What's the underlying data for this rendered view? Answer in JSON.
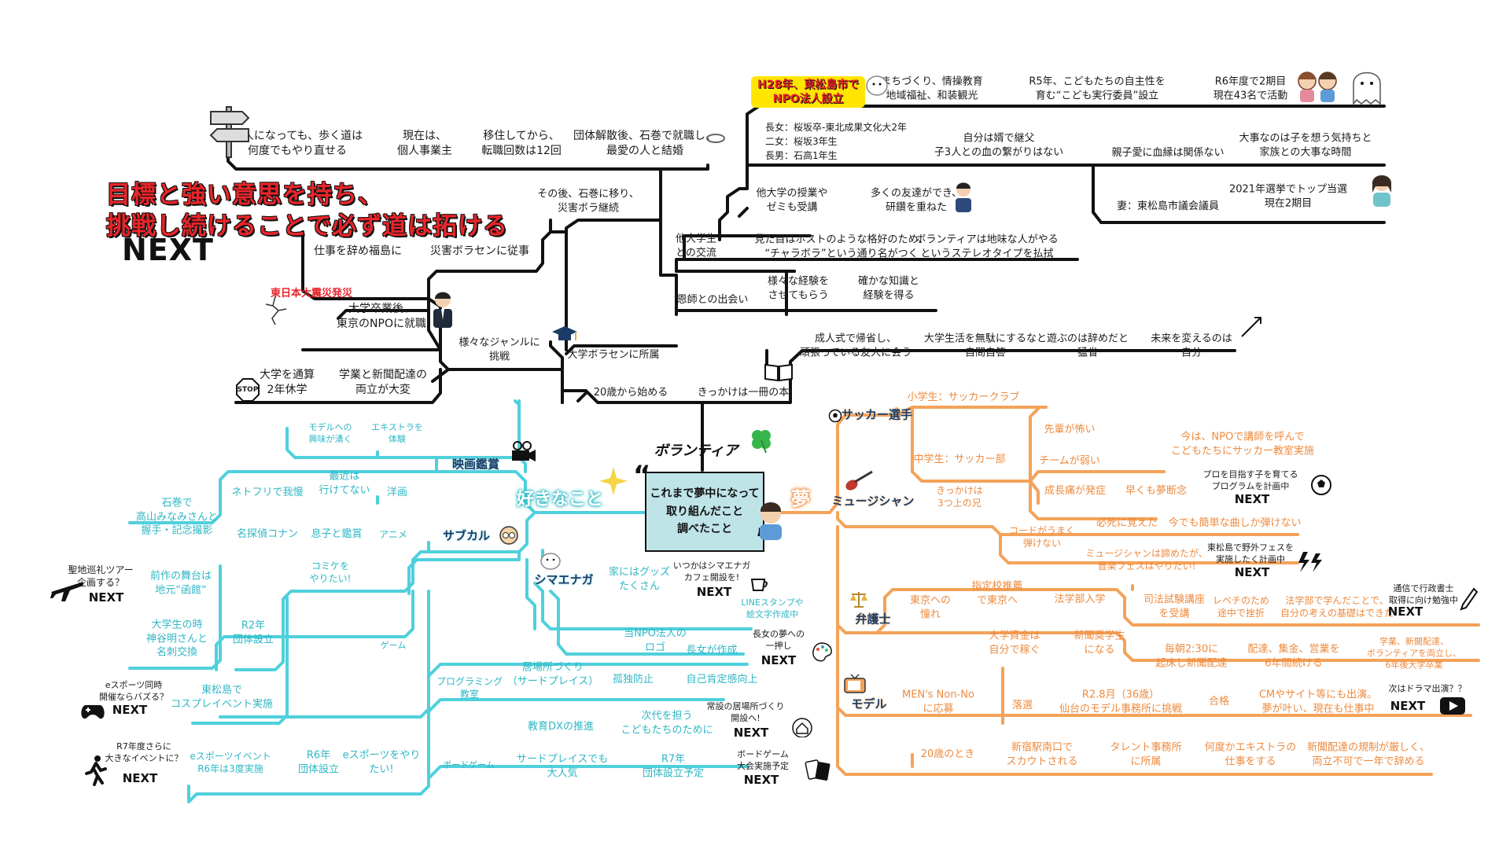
{
  "title": {
    "line1": "目標と強い意思を持ち、",
    "line2": "挑戦し続けることで必ず道は拓ける",
    "next": "NEXT"
  },
  "center": {
    "line1": "これまで夢中になって",
    "line2": "取り組んだこと",
    "line3": "調べたこと"
  },
  "categories": {
    "volunteer": "ボランティア",
    "likes": "好きなこと",
    "dream": "夢"
  },
  "subcategories": {
    "movie": "映画鑑賞",
    "subcul": "サブカル",
    "shimaenaga": "シマエナガ",
    "soccer": "サッカー選手",
    "musician": "ミュージシャン",
    "lawyer": "弁護士",
    "model": "モデル"
  },
  "labels": {
    "stop": "STOP",
    "disaster": "東日本大震災発災",
    "npo_badge_1": "H28年、東松島市で",
    "npo_badge_2": "NPO法人設立"
  },
  "volunteer_nodes": [
    {
      "id": "v1",
      "text": "大人になっても、歩く道は\n何度でもやり直せる"
    },
    {
      "id": "v2",
      "text": "現在は、\n個人事業主"
    },
    {
      "id": "v3",
      "text": "移住してから、\n転職回数は12回"
    },
    {
      "id": "v4",
      "text": "団体解散後、石巻で就職し、\n最愛の人と結婚"
    },
    {
      "id": "v5",
      "text": "その後、石巻に移り、\n災害ボラ継続"
    },
    {
      "id": "v6",
      "text": "仕事を辞め福島に"
    },
    {
      "id": "v7",
      "text": "災害ボラセンに従事"
    },
    {
      "id": "v8",
      "text": "大学卒業後、\n東京のNPOに就職"
    },
    {
      "id": "v9",
      "text": "様々なジャンルに\n挑戦"
    },
    {
      "id": "v10",
      "text": "大学ボラセンに所属"
    },
    {
      "id": "v11",
      "text": "大学を通算\n2年休学"
    },
    {
      "id": "v12",
      "text": "学業と新聞配達の\n両立が大変"
    },
    {
      "id": "v13",
      "text": "20歳から始める"
    },
    {
      "id": "v14",
      "text": "きっかけは一冊の本"
    },
    {
      "id": "v15",
      "text": "他大学生\nとの交流"
    },
    {
      "id": "v16",
      "text": "恩師との出会い"
    },
    {
      "id": "v17",
      "text": "様々な経験を\nさせてもらう"
    },
    {
      "id": "v18",
      "text": "確かな知識と\n経験を得る"
    },
    {
      "id": "v19",
      "text": "見た目はホストのような格好のため、\n“チャラボラ”という通り名がつく"
    },
    {
      "id": "v20",
      "text": "ボランティアは地味な人がやる\nというステレオタイプを払拭"
    },
    {
      "id": "v21",
      "text": "他大学の授業や\nゼミも受講"
    },
    {
      "id": "v22",
      "text": "多くの友達ができ、\n研鑽を重ねた"
    },
    {
      "id": "v23",
      "text": "成人式で帰省し、\n頑張っている友人に会う"
    },
    {
      "id": "v24",
      "text": "大学生活を無駄にするなと\n自問自答"
    },
    {
      "id": "v25",
      "text": "遊ぶのは辞めだと\n猛省"
    },
    {
      "id": "v26",
      "text": "未来を変えるのは\n自分"
    },
    {
      "id": "v27",
      "text": "まちづくり、情操教育\n地域福祉、和装観光"
    },
    {
      "id": "v28",
      "text": "R5年、こどもたちの自主性を\n育む“こども実行委員”設立"
    },
    {
      "id": "v29",
      "text": "R6年度で2期目\n現在43名で活動"
    },
    {
      "id": "v30",
      "text": "長女：桜坂卒-東北成果文化大2年\n二女：桜坂3年生\n長男：石高1年生"
    },
    {
      "id": "v31",
      "text": "自分は婿で継父\n子3人との血の繋がりはない"
    },
    {
      "id": "v32",
      "text": "親子愛に血縁は関係ない"
    },
    {
      "id": "v33",
      "text": "大事なのは子を想う気持ちと\n家族との大事な時間"
    },
    {
      "id": "v34",
      "text": "妻：東松島市議会議員"
    },
    {
      "id": "v35",
      "text": "2021年選挙でトップ当選\n現在2期目"
    }
  ],
  "likes_nodes": [
    {
      "id": "l1",
      "text": "モデルへの\n興味が湧く"
    },
    {
      "id": "l2",
      "text": "エキストラを\n体験"
    },
    {
      "id": "l3",
      "text": "最近は\n行けてない"
    },
    {
      "id": "l4",
      "text": "ネトフリで我慢"
    },
    {
      "id": "l5",
      "text": "洋画"
    },
    {
      "id": "l6",
      "text": "石巻で\n高山みなみさんと\n握手・記念撮影"
    },
    {
      "id": "l7",
      "text": "名探偵コナン"
    },
    {
      "id": "l8",
      "text": "息子と鑑賞"
    },
    {
      "id": "l9",
      "text": "アニメ"
    },
    {
      "id": "l10",
      "text": "前作の舞台は\n地元“函館“"
    },
    {
      "id": "l11",
      "text": "コミケを\nやりたい!"
    },
    {
      "id": "l12",
      "text": "大学生の時\n神谷明さんと\n名刺交換"
    },
    {
      "id": "l13",
      "text": "R2年\n団体設立"
    },
    {
      "id": "l14",
      "text": "ゲーム"
    },
    {
      "id": "l15",
      "text": "東松島で\nコスプレイベント実施"
    },
    {
      "id": "l16",
      "text": "プログラミング\n教室"
    },
    {
      "id": "l17",
      "text": "居場所づくり\n（サードプレイス）"
    },
    {
      "id": "l18",
      "text": "孤独防止"
    },
    {
      "id": "l19",
      "text": "自己肯定感向上"
    },
    {
      "id": "l20",
      "text": "教育DXの推進"
    },
    {
      "id": "l21",
      "text": "次代を担う\nこどもたちのために"
    },
    {
      "id": "l22",
      "text": "eスポーツイベント\nR6年は3度実施"
    },
    {
      "id": "l23",
      "text": "R6年\n団体設立"
    },
    {
      "id": "l24",
      "text": "eスポーツをやり\nたい!"
    },
    {
      "id": "l25",
      "text": "ボードゲーム"
    },
    {
      "id": "l26",
      "text": "サードプレイスでも\n大人気"
    },
    {
      "id": "l27",
      "text": "R7年\n団体設立予定"
    },
    {
      "id": "l28",
      "text": "家にはグッズ\nたくさん"
    },
    {
      "id": "l29",
      "text": "当NPO法人の\nロゴ"
    },
    {
      "id": "l30",
      "text": "長女が作成"
    },
    {
      "id": "l31",
      "text": "LINEスタンプや\n絵文字作成中"
    }
  ],
  "dream_nodes": [
    {
      "id": "d1",
      "text": "小学生：サッカークラブ"
    },
    {
      "id": "d2",
      "text": "中学生：サッカー部"
    },
    {
      "id": "d3",
      "text": "先輩が怖い"
    },
    {
      "id": "d4",
      "text": "チームが弱い"
    },
    {
      "id": "d5",
      "text": "成長痛が発症"
    },
    {
      "id": "d6",
      "text": "早くも夢断念"
    },
    {
      "id": "d7",
      "text": "今は、NPOで講師を呼んで\nこどもたちにサッカー教室実施"
    },
    {
      "id": "d8",
      "text": "きっかけは\n3つ上の兄"
    },
    {
      "id": "d9",
      "text": "コードがうまく\n弾けない"
    },
    {
      "id": "d10",
      "text": "必死に覚えた"
    },
    {
      "id": "d11",
      "text": "今でも簡単な曲しか弾けない"
    },
    {
      "id": "d12",
      "text": "ミュージシャンは諦めたが、\n音楽フェスはやりたい!"
    },
    {
      "id": "d13",
      "text": "東京への\n憧れ"
    },
    {
      "id": "d14",
      "text": "指定校推薦\nで東京へ"
    },
    {
      "id": "d15",
      "text": "法学部入学"
    },
    {
      "id": "d16",
      "text": "司法試験講座\nを受講"
    },
    {
      "id": "d17",
      "text": "レベチのため\n途中で挫折"
    },
    {
      "id": "d18",
      "text": "法学部で学んだことで、\n自分の考えの基礎はできた"
    },
    {
      "id": "d19",
      "text": "大学資金は\n自分で稼ぐ"
    },
    {
      "id": "d20",
      "text": "新聞奨学生\nになる"
    },
    {
      "id": "d21",
      "text": "毎朝2ː30に\n起床し新聞配達"
    },
    {
      "id": "d22",
      "text": "配達、集金、営業を\n6年間続ける"
    },
    {
      "id": "d23",
      "text": "学業、新聞配達、\nボランティアを両立し、\n6年後大学卒業"
    },
    {
      "id": "d24",
      "text": "MEN's Non-No\nに応募"
    },
    {
      "id": "d25",
      "text": "落選"
    },
    {
      "id": "d26",
      "text": "R2.8月（36歳）\n仙台のモデル事務所に挑戦"
    },
    {
      "id": "d27",
      "text": "合格"
    },
    {
      "id": "d28",
      "text": "CMやサイト等にも出演。\n夢が叶い、現在も仕事中"
    },
    {
      "id": "d29",
      "text": "20歳のとき"
    },
    {
      "id": "d30",
      "text": "新宿駅南口で\nスカウトされる"
    },
    {
      "id": "d31",
      "text": "タレント事務所\nに所属"
    },
    {
      "id": "d32",
      "text": "何度かエキストラの\n仕事をする"
    },
    {
      "id": "d33",
      "text": "新聞配達の規制が厳しく、\n両立不可で一年で辞める"
    }
  ],
  "next_items": [
    {
      "id": "n1",
      "pre": "聖地巡礼ツアー\n企画する？",
      "next": "NEXT"
    },
    {
      "id": "n2",
      "pre": "eスポーツ同時\n開催ならバズる？",
      "next": "NEXT"
    },
    {
      "id": "n3",
      "pre": "R7年度さらに\n大きなイベントに？",
      "next": "NEXT"
    },
    {
      "id": "n4",
      "pre": "いつかはシマエナガ\nカフェ開設を!",
      "next": "NEXT"
    },
    {
      "id": "n5",
      "pre": "長女の夢への\n一押し",
      "next": "NEXT"
    },
    {
      "id": "n6",
      "pre": "常設の居場所づくり\n開設へ!",
      "next": "NEXT"
    },
    {
      "id": "n7",
      "pre": "ボードゲーム\n大会実施予定",
      "next": "NEXT"
    },
    {
      "id": "n8",
      "pre": "プロを目指す子を育てる\nプログラムを計画中",
      "next": "NEXT"
    },
    {
      "id": "n9",
      "pre": "東松島で野外フェスを\n実施したく計画中",
      "next": "NEXT"
    },
    {
      "id": "n10",
      "pre": "通信で行政書士\n取得に向け勉強中",
      "next": "NEXT"
    },
    {
      "id": "n11",
      "pre": "次はドラマ出演？？",
      "next": "NEXT"
    }
  ],
  "icons": [
    "signpost-icon",
    "stop-sign-icon",
    "graduation-cap-icon",
    "book-icon",
    "clover-icon",
    "sparkle-icon",
    "film-camera-icon",
    "otaku-icon",
    "bird-icon",
    "coffee-cup-icon",
    "palette-icon",
    "house-icon",
    "cards-icon",
    "soccer-ball-icon",
    "guitar-icon",
    "scales-icon",
    "tv-icon",
    "plane-icon",
    "gamepad-icon",
    "runner-icon",
    "lightning-icon",
    "pen-icon",
    "youtube-icon",
    "ghost-icon",
    "children-icon",
    "person-icon"
  ],
  "colors": {
    "volunteer": "#111111",
    "likes": "#4fd0dc",
    "dream": "#f4a259",
    "title": "#e8252a",
    "center_bg": "#bfe4e8"
  }
}
